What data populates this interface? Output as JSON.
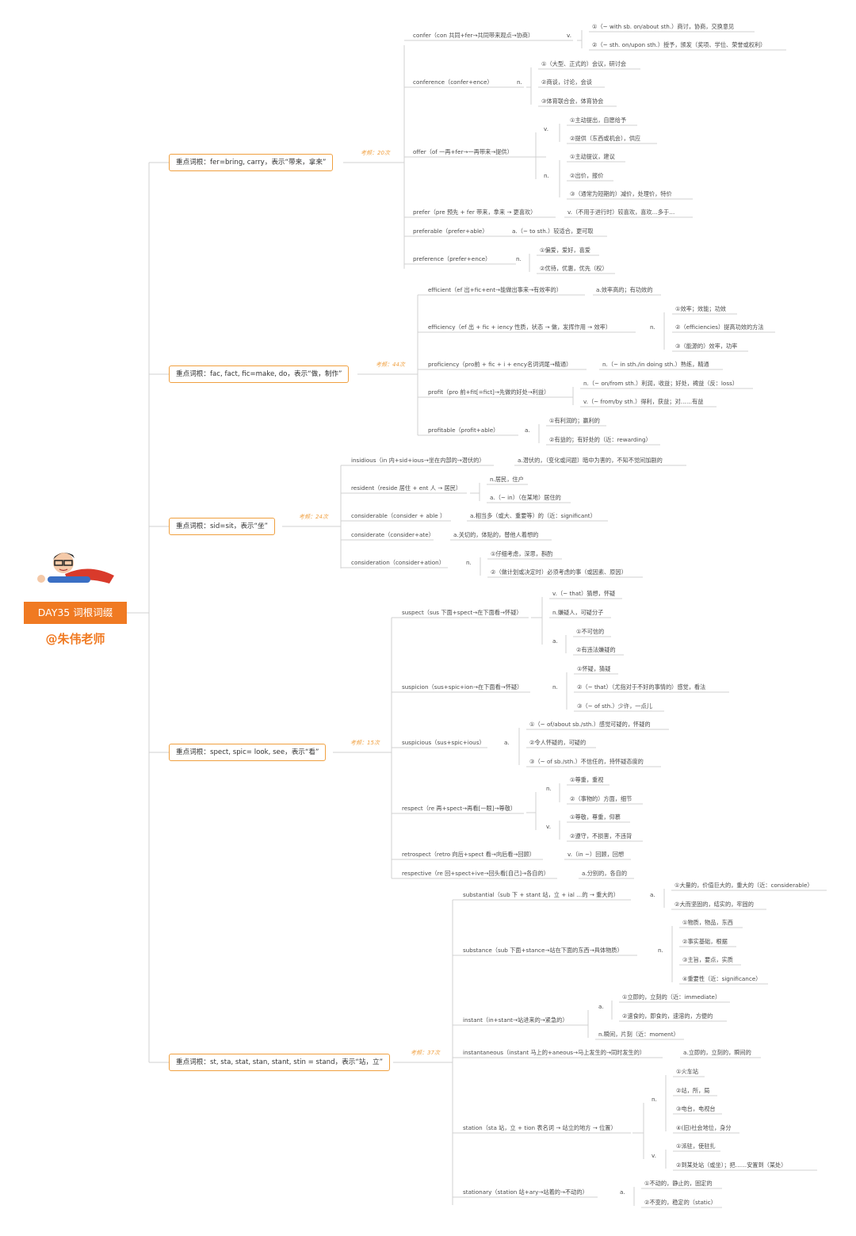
{
  "center": {
    "day_label": "DAY35 词根词缀",
    "teacher": "@朱伟老师"
  },
  "roots": [
    {
      "label": "重点词根：fer=bring, carry，表示“带来，拿来”",
      "count": "考频：20次"
    },
    {
      "label": "重点词根：fac, fact, fic=make, do，表示“做，制作”",
      "count": "考频：44次"
    },
    {
      "label": "重点词根：sid=sit，表示“坐”",
      "count": "考频：24次"
    },
    {
      "label": "重点词根：spect, spic= look, see，表示“看”",
      "count": "考频：15次"
    },
    {
      "label": "重点词根：st, sta, stat, stan, stant, stin = stand，表示“站，立”",
      "count": "考频：37次"
    }
  ],
  "words": {
    "confer": "confer（con 共同+fer→共同带来观点→协商）",
    "conference": "conference（confer+ence）",
    "offer": "offer（of 一再+fer→一再带来→提供）",
    "prefer": "prefer（pre 预先 + fer 带来，拿来 → 更喜欢）",
    "preferable": "preferable（prefer+able）",
    "preference": "preference（prefer+ence）",
    "efficient": "efficient（ef 出+fic+ent→能做出事来→有效率的）",
    "efficiency": "efficiency（ef 出 + fic + iency 性质，状态 → 做，发挥作用 → 效率）",
    "proficiency": "proficiency（pro前 + fic + i + ency名词词尾→精通）",
    "profit": "profit（pro 前+fit[=fict]→先做的好处→利益）",
    "profitable": "profitable（profit+able）",
    "insidious": "insidious（in 内+sid+ious→坐在内部的→潜伏的）",
    "resident": "resident（reside 居住 + ent 人 → 居民）",
    "considerable": "considerable（consider + able ）",
    "considerate": "considerate（consider+ate）",
    "consideration": "consideration（consider+ation）",
    "suspect": "suspect（sus 下面+spect→在下面看→怀疑）",
    "suspicion": "suspicion（sus+spic+ion→在下面看→怀疑）",
    "suspicious": "suspicious（sus+spic+ious）",
    "respect": "respect（re 再+spect→再看[一眼]→尊敬）",
    "retrospect": "retrospect（retro 向后+spect 看→向后看→回顾）",
    "respective": "respective（re 回+spect+ive→回头看[自己]→各自的）",
    "substantial": "substantial（sub 下 + stant 站，立 + ial …的 → 重大的）",
    "substance": "substance（sub 下面+stance→站在下面的东西→具体物质）",
    "instant": "instant（in+stant→站进来的→紧急的）",
    "instantaneous": "instantaneous（instant 马上的+aneous→马上发生的→同时发生的）",
    "station": "station（sta 站，立 + tion 表名词 → 站立的地方 → 位置）",
    "stationary": "stationary（station 站+ary→站着的→不动的）"
  },
  "pos": {
    "v": "v.",
    "n": "n.",
    "a": "a."
  },
  "senses": {
    "confer_1": "①（~ with sb. on/about sth.）商讨，协商，交换意见",
    "confer_2": "②（~ sth. on/upon sth.）授予，颁发（奖项、学位、荣誉或权利）",
    "conference_1": "①（大型、正式的）会议，研讨会",
    "conference_2": "②商谈，讨论，会谈",
    "conference_3": "③体育联合会，体育协会",
    "offer_v1": "①主动提出，自愿给予",
    "offer_v2": "②提供（东西或机会），供应",
    "offer_n1": "①主动提议，建议",
    "offer_n2": "②出价，报价",
    "offer_n3": "③（通常为短期的）减价，处理价，特价",
    "prefer_1": "v.（不用于进行时）较喜欢，喜欢…多于…",
    "preferable_1": "a.（~ to sth.）较适合，更可取",
    "preference_1": "①偏爱，爱好，喜爱",
    "preference_2": "②优待，优惠，优先（权）",
    "efficient_1": "a.效率高的；有功效的",
    "efficiency_1": "①效率；效能；功效",
    "efficiency_2": "②（efficiencies）提高功效的方法",
    "efficiency_3": "③（能源的）效率，功率",
    "proficiency_1": "n.（~ in sth./in doing sth.）熟练，精通",
    "profit_1": "n.（~ on/from sth.）利润，收益；好处，裨益（反：loss）",
    "profit_2": "v.（~ from/by sth.）得利，获益；对……有益",
    "profitable_1": "①有利润的；赢利的",
    "profitable_2": "②有益的；有好处的（近：rewarding）",
    "insidious_1": "a.潜伏的，（变化或问题）暗中为害的，不知不觉间加剧的",
    "resident_1": "n.居民，住户",
    "resident_2": "a.（~ in）（在某地）居住的",
    "considerable_1": "a.相当多（或大、重要等）的（近：significant）",
    "considerate_1": "a.关切的，体贴的，替他人着想的",
    "consideration_1": "①仔细考虑，深思，斟酌",
    "consideration_2": "②（做计划或决定时）必须考虑的事（或因素、原因）",
    "suspect_1": "v.（~ that）猜想，怀疑",
    "suspect_2": "n.嫌疑人，可疑分子",
    "suspect_3": "①不可信的",
    "suspect_4": "②有违法嫌疑的",
    "suspicion_1": "①怀疑，猜疑",
    "suspicion_2": "②（~ that）（尤指对于不好的事情的）感觉，看法",
    "suspicion_3": "③（~ of sth.）少许，一点儿",
    "suspicious_1": "①（~ of/about sb./sth.）感觉可疑的，怀疑的",
    "suspicious_2": "②令人怀疑的，可疑的",
    "suspicious_3": "③（~ of sb./sth.）不信任的，持怀疑态度的",
    "respect_n1": "①尊重，重视",
    "respect_n2": "②（事物的）方面，细节",
    "respect_v1": "①尊敬，尊重，仰慕",
    "respect_v2": "②遵守，不损害，不违背",
    "retrospect_1": "v.（in ~）回顾，回想",
    "respective_1": "a.分别的，各自的",
    "substantial_1": "①大量的，价值巨大的，重大的（近：considerable）",
    "substantial_2": "②大而坚固的，结实的，牢固的",
    "substance_1": "①物质，物品，东西",
    "substance_2": "②事实基础，根据",
    "substance_3": "③主旨，要点，实质",
    "substance_4": "④重要性（近：significance）",
    "instant_1": "①立即的，立刻的（近：immediate）",
    "instant_2": "②速食的，即食的，速溶的，方便的",
    "instant_3": "n.瞬间，片刻（近：moment）",
    "instantaneous_1": "a.立即的，立刻的，瞬间的",
    "station_n1": "①火车站",
    "station_n2": "②站，所，局",
    "station_n3": "③电台，电视台",
    "station_n4": "④(旧)社会地位，身分",
    "station_v1": "①派驻，使驻扎",
    "station_v2": "②到某处站（或坐）；把……安置到（某处）",
    "stationary_1": "①不动的，静止的，固定的",
    "stationary_2": "②不变的，稳定的（static）"
  },
  "colors": {
    "accent": "#f07a22",
    "border": "#f0a040",
    "line": "#d0d0d0"
  }
}
